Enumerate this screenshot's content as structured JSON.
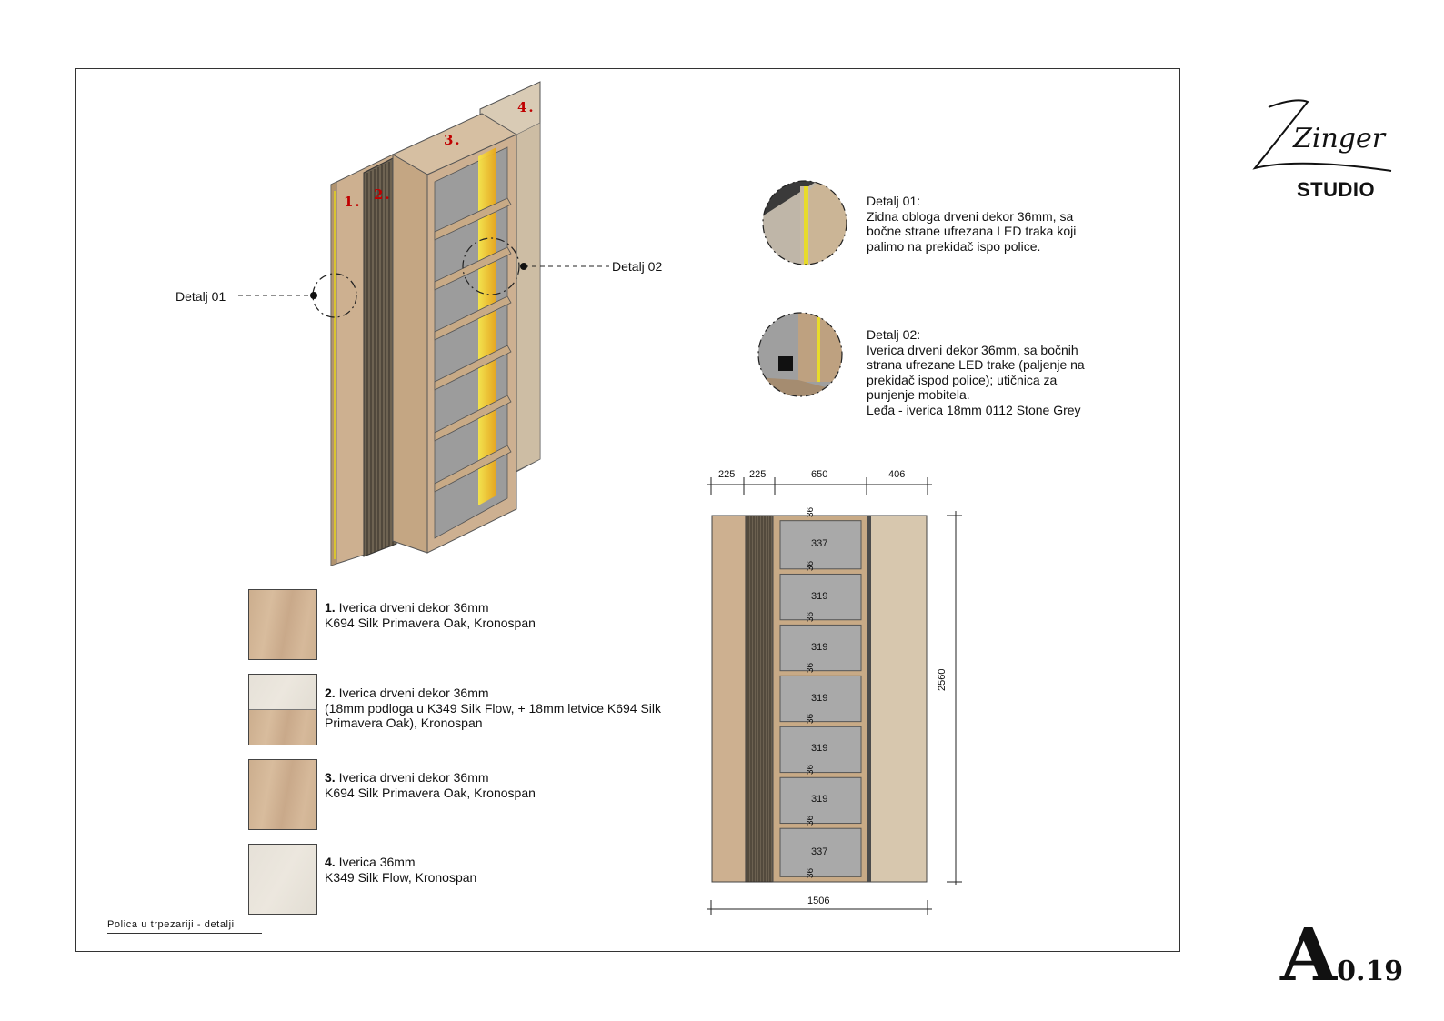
{
  "brand": {
    "logo_text": "Zinger",
    "studio": "STUDIO"
  },
  "page": {
    "letter": "A",
    "number": "0.19"
  },
  "footer": {
    "title": "Polica u trpezariji - detalji"
  },
  "iso": {
    "label1": "1.",
    "label2": "2.",
    "label3": "3.",
    "label4": "4."
  },
  "callouts": {
    "detail1": "Detalj 01",
    "detail2": "Detalj 02"
  },
  "details": [
    {
      "title": "Detalj 01:",
      "lines": [
        "Zidna obloga drveni dekor 36mm, sa",
        "bočne strane ufrezana LED traka koji",
        "palimo na prekidač ispo police."
      ]
    },
    {
      "title": "Detalj 02:",
      "lines": [
        "Iverica drveni dekor 36mm, sa bočnih",
        "strana ufrezane LED trake (paljenje na",
        "prekidač ispod police); utičnica za",
        "punjenje mobitela.",
        "Leđa - iverica 18mm 0112 Stone Grey"
      ]
    }
  ],
  "materials": [
    {
      "num": "1.",
      "line1": " Iverica drveni dekor 36mm",
      "line2": "K694 Silk Primavera Oak, Kronospan",
      "line3": ""
    },
    {
      "num": "2.",
      "line1": " Iverica drveni dekor 36mm",
      "line2": "(18mm podloga u K349 Silk Flow, + 18mm letvice K694 Silk",
      "line3": "Primavera Oak), Kronospan"
    },
    {
      "num": "3.",
      "line1": " Iverica drveni dekor 36mm",
      "line2": "K694 Silk Primavera Oak, Kronospan",
      "line3": ""
    },
    {
      "num": "4.",
      "line1": " Iverica 36mm",
      "line2": "K349 Silk Flow, Kronospan",
      "line3": ""
    }
  ],
  "drawing": {
    "top_dims": [
      "225",
      "225",
      "650",
      "406"
    ],
    "total_width": "1506",
    "total_height": "2560",
    "shelf_heights": [
      "337",
      "319",
      "319",
      "319",
      "319",
      "319",
      "337"
    ],
    "shelf_thickness": "36"
  },
  "colors": {
    "oak": "#cfb190",
    "flow": "#e4dfd6",
    "led": "#f2d21a",
    "back": "#a9a9a9",
    "red_label": "#c00000"
  }
}
